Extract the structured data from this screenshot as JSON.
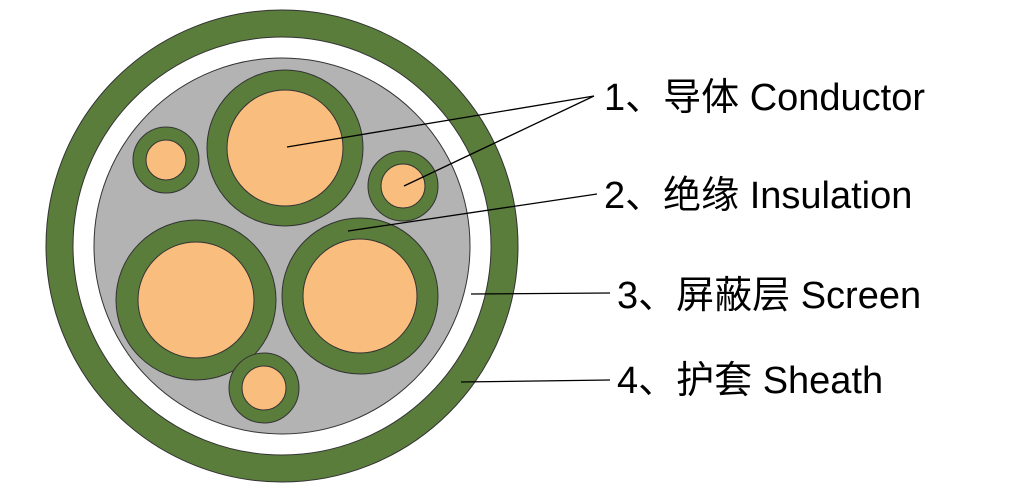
{
  "diagram": {
    "type": "cable-cross-section",
    "labels": [
      {
        "text": "1、导体 Conductor"
      },
      {
        "text": "2、绝缘 Insulation"
      },
      {
        "text": "3、屏蔽层 Screen"
      },
      {
        "text": "4、护套 Sheath"
      }
    ],
    "parts": [
      {
        "number": "1",
        "zh": "导体",
        "en": "Conductor"
      },
      {
        "number": "2",
        "zh": "绝缘",
        "en": "Insulation"
      },
      {
        "number": "3",
        "zh": "屏蔽层",
        "en": "Screen"
      },
      {
        "number": "4",
        "zh": "护套",
        "en": "Sheath"
      }
    ]
  },
  "colors": {
    "sheath_green": "#5a7d3c",
    "separator_white": "#ffffff",
    "screen_gray": "#b3b3b3",
    "insulation_green": "#5a7d3c",
    "conductor_orange": "#f9bd7d",
    "label_text": "#000000",
    "background": "#ffffff"
  }
}
